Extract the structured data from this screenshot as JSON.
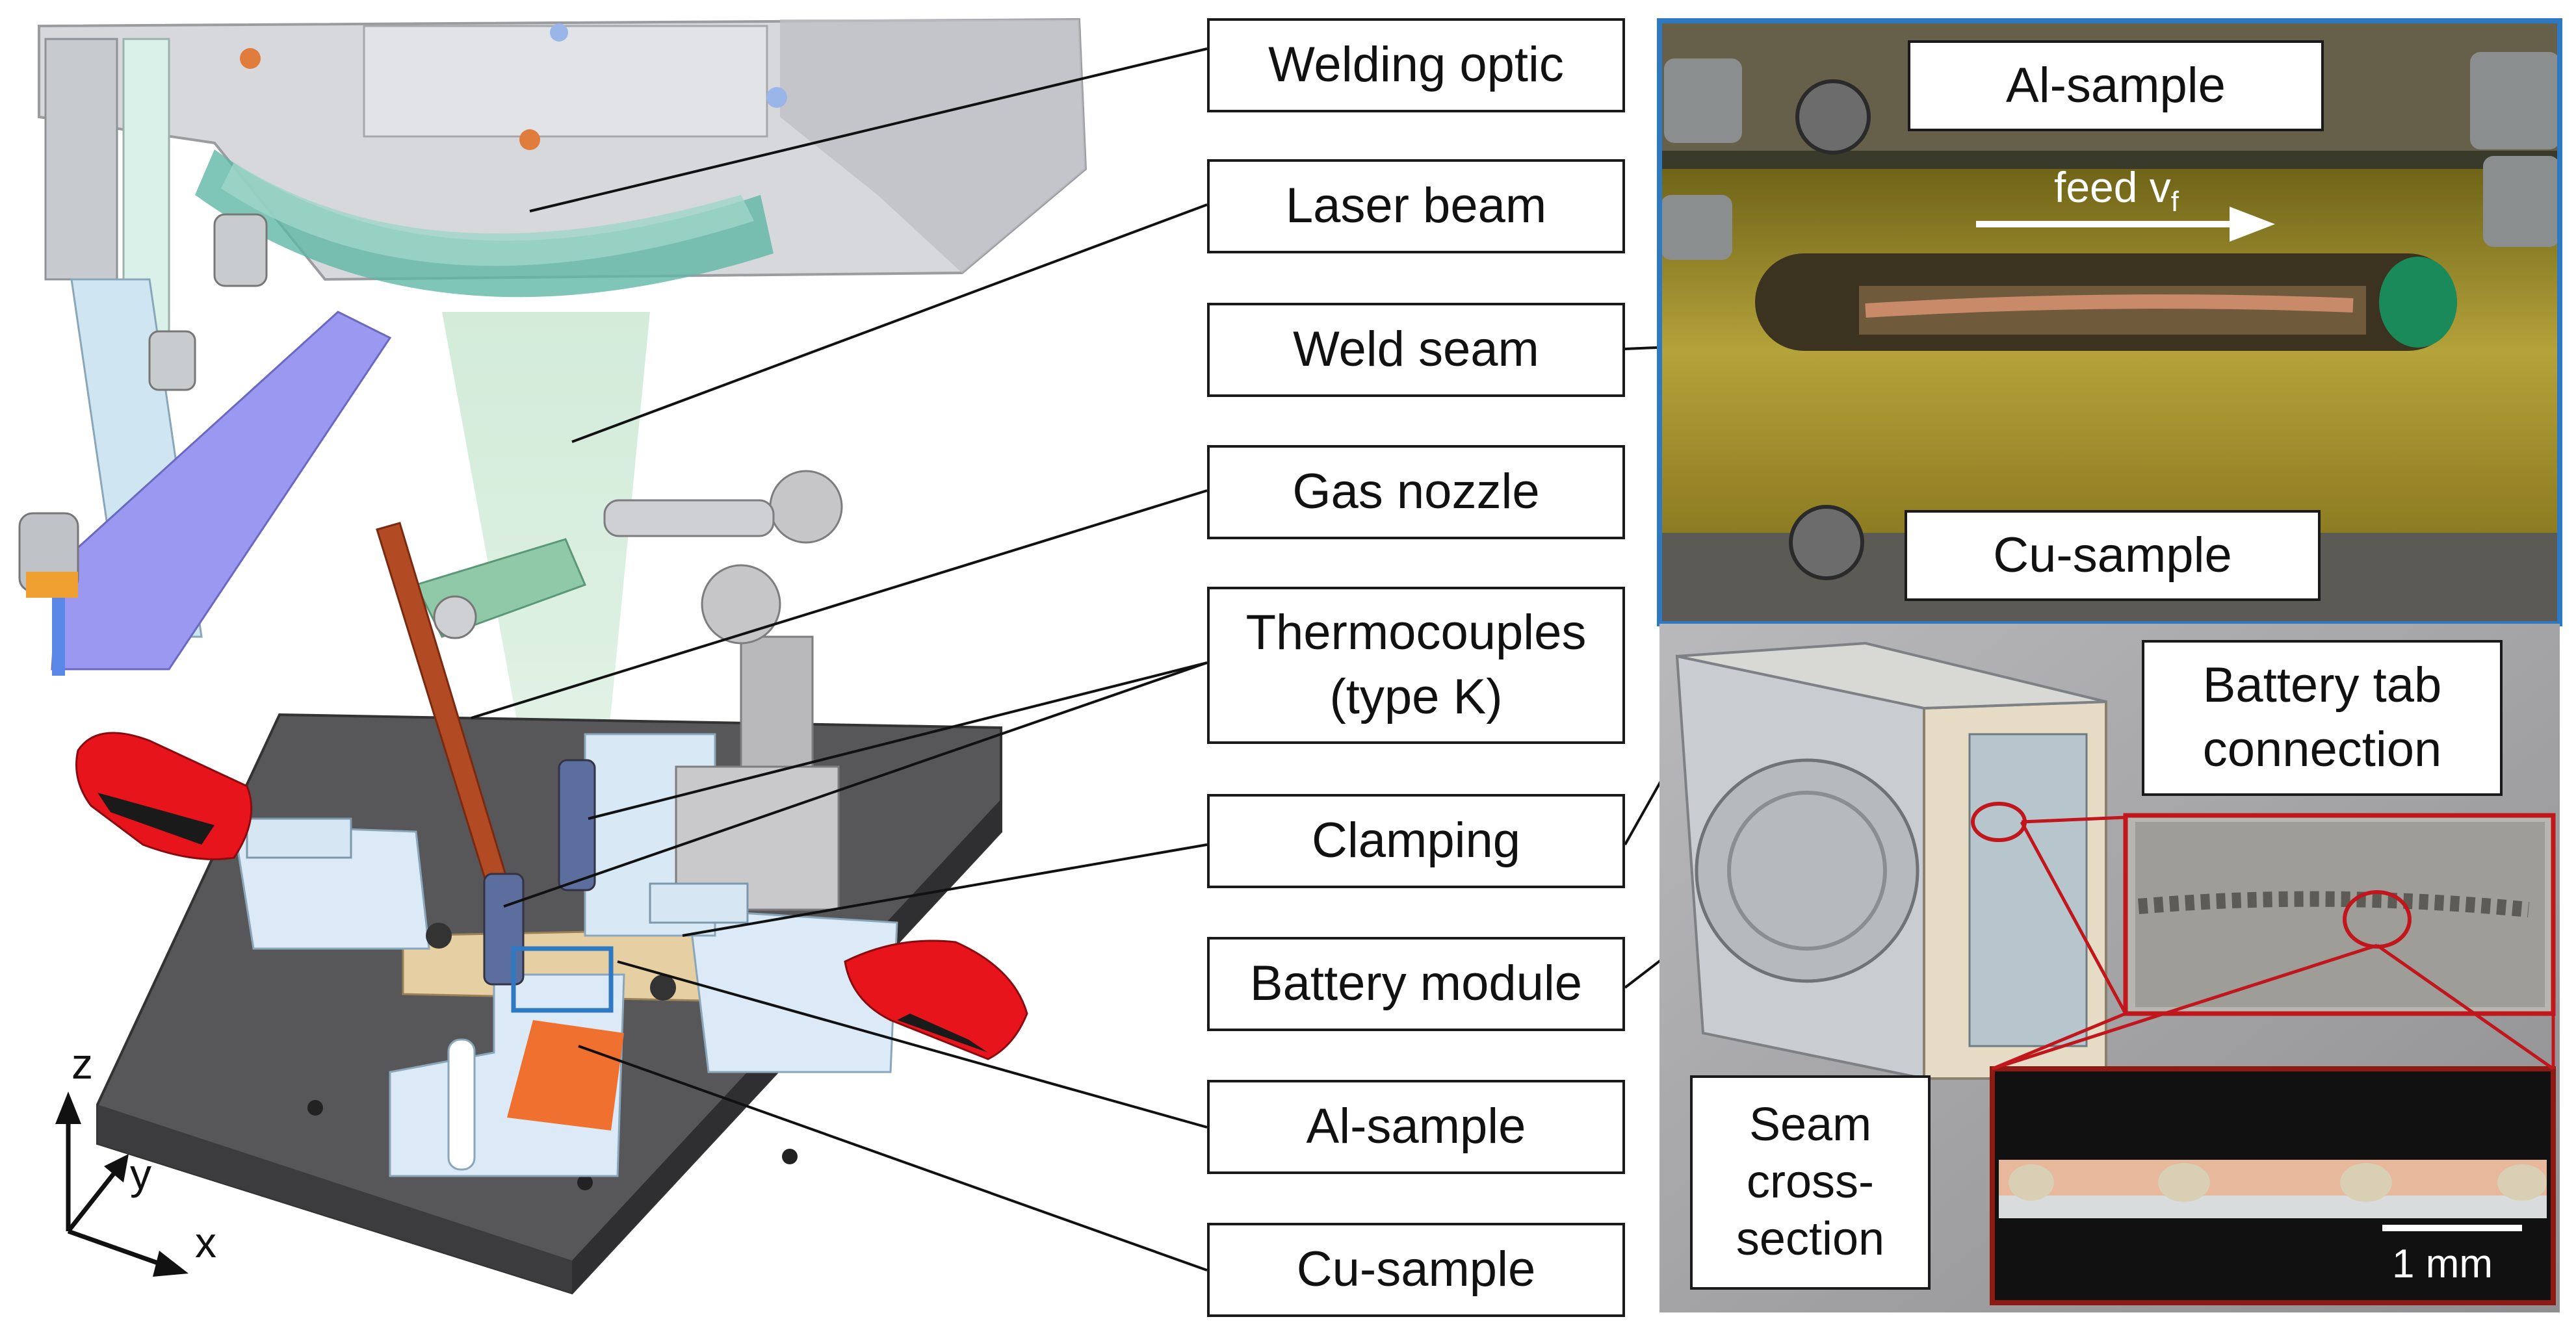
{
  "labels": {
    "welding_optic": "Welding optic",
    "laser_beam": "Laser beam",
    "weld_seam": "Weld seam",
    "gas_nozzle": "Gas nozzle",
    "thermocouples_line1": "Thermocouples",
    "thermocouples_line2": "(type K)",
    "clamping": "Clamping",
    "battery_module": "Battery module",
    "al_sample": "Al-sample",
    "cu_sample": "Cu-sample"
  },
  "photo_top": {
    "al_sample": "Al-sample",
    "cu_sample": "Cu-sample",
    "feed_label": "feed v",
    "feed_subscript": "f"
  },
  "photo_bottom": {
    "battery_tab_line1": "Battery tab",
    "battery_tab_line2": "connection",
    "seam_line1": "Seam",
    "seam_line2": "cross-",
    "seam_line3": "section",
    "scale_label": "1 mm"
  },
  "axes": {
    "x": "x",
    "y": "y",
    "z": "z"
  },
  "colors": {
    "frame_blue": "#2f79c2",
    "frame_red": "#c0161c",
    "clamp_red": "#e8141c",
    "copper_rod": "#b24a24",
    "base_plate": "#4a4a4a"
  }
}
